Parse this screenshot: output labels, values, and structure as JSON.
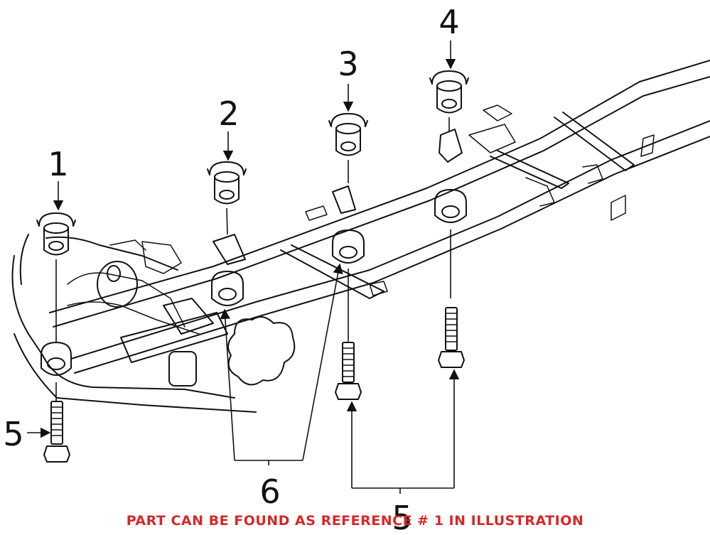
{
  "callouts": {
    "c1": "1",
    "c2": "2",
    "c3": "3",
    "c4": "4",
    "c5_left": "5",
    "c5_bottom": "5",
    "c6": "6"
  },
  "caption": "PART CAN BE FOUND AS REFERENCE # 1 IN ILLUSTRATION",
  "colors": {
    "caption": "#d62828",
    "lines": "#111111",
    "background": "#ffffff"
  }
}
